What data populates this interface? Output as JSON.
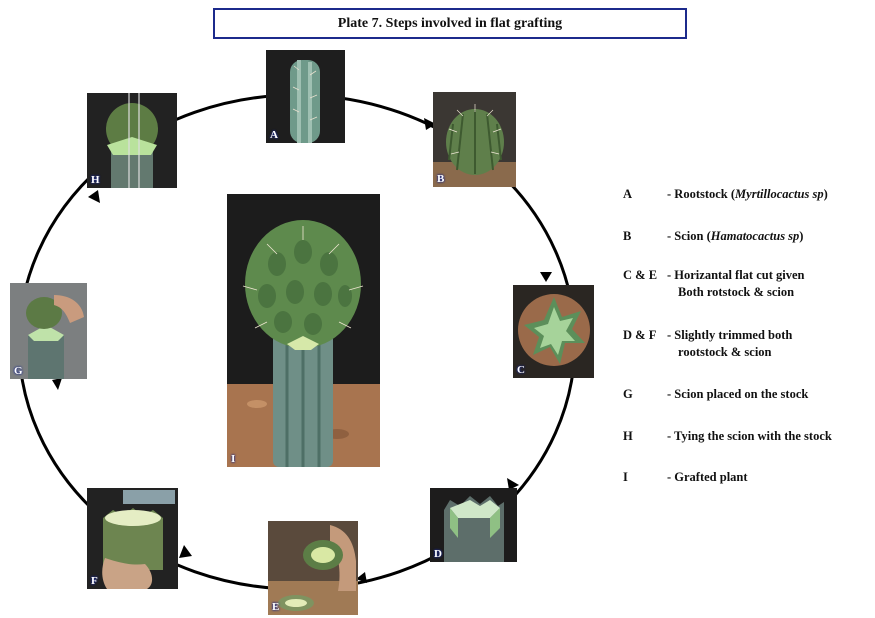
{
  "title": "Plate 7. Steps involved in flat grafting",
  "photos": [
    {
      "id": "A",
      "label": "A"
    },
    {
      "id": "B",
      "label": "B"
    },
    {
      "id": "C",
      "label": "C"
    },
    {
      "id": "D",
      "label": "D"
    },
    {
      "id": "E",
      "label": "E"
    },
    {
      "id": "F",
      "label": "F"
    },
    {
      "id": "G",
      "label": "G"
    },
    {
      "id": "H",
      "label": "H"
    },
    {
      "id": "I",
      "label": "I"
    }
  ],
  "legend": [
    {
      "key": "A",
      "pre": "- Rootstock (",
      "em": "Myrtillocactus sp",
      "post": ")",
      "line2": ""
    },
    {
      "key": "B",
      "pre": "- Scion (",
      "em": "Hamatocactus sp",
      "post": ")",
      "line2": ""
    },
    {
      "key": "C & E",
      "pre": "- Horizantal flat cut given",
      "em": "",
      "post": "",
      "line2": "Both rotstock & scion"
    },
    {
      "key": "D & F",
      "pre": "- Slightly trimmed both",
      "em": "",
      "post": "",
      "line2": "rootstock & scion"
    },
    {
      "key": "G",
      "pre": "- Scion placed on the stock",
      "em": "",
      "post": "",
      "line2": ""
    },
    {
      "key": "H",
      "pre": "- Tying the scion with the stock",
      "em": "",
      "post": "",
      "line2": ""
    },
    {
      "key": "I",
      "pre": "- Grafted plant",
      "em": "",
      "post": "",
      "line2": ""
    }
  ],
  "colors": {
    "title_border": "#1c2a8c",
    "ring": "#000000",
    "label_outline": "#1c2a8c"
  }
}
